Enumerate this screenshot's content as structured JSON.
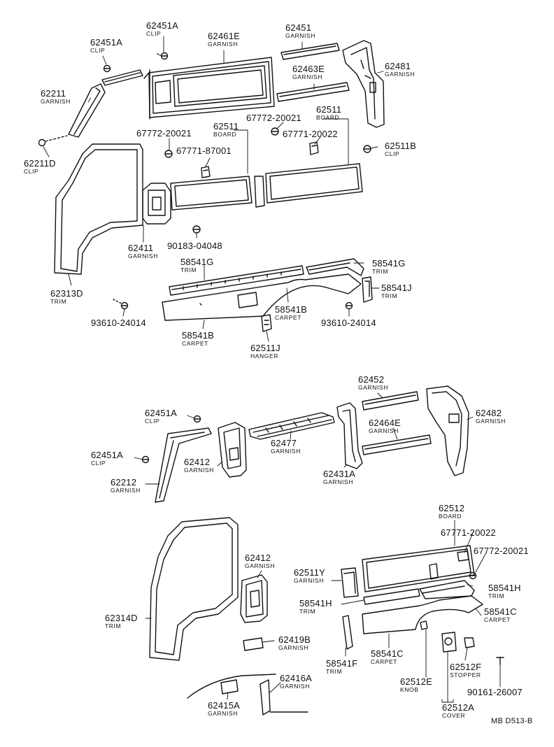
{
  "diagram": {
    "drawing_code": "MB D513-B",
    "line_color": "#111111",
    "parts": [
      {
        "id": "p1",
        "number": "62451A",
        "name": "CLIP"
      },
      {
        "id": "p2",
        "number": "62461E",
        "name": "GARNISH"
      },
      {
        "id": "p3",
        "number": "62451",
        "name": "GARNISH"
      },
      {
        "id": "p4",
        "number": "62451A",
        "name": "CLIP"
      },
      {
        "id": "p5",
        "number": "62481",
        "name": "GARNISH"
      },
      {
        "id": "p6",
        "number": "62463E",
        "name": "GARNISH"
      },
      {
        "id": "p7",
        "number": "62211",
        "name": "GARNISH"
      },
      {
        "id": "p8",
        "number": "67772-20021",
        "name": ""
      },
      {
        "id": "p9",
        "number": "62511",
        "name": "BOARD"
      },
      {
        "id": "p10",
        "number": "67771-20022",
        "name": ""
      },
      {
        "id": "p11",
        "number": "67772-20021",
        "name": ""
      },
      {
        "id": "p12",
        "number": "62511",
        "name": "BOARD"
      },
      {
        "id": "p13",
        "number": "67771-87001",
        "name": ""
      },
      {
        "id": "p14",
        "number": "62211D",
        "name": "CLIP"
      },
      {
        "id": "p15",
        "number": "62511B",
        "name": "CLIP"
      },
      {
        "id": "p16",
        "number": "62411",
        "name": "GARNISH"
      },
      {
        "id": "p17",
        "number": "90183-04048",
        "name": ""
      },
      {
        "id": "p18",
        "number": "58541G",
        "name": "TRIM"
      },
      {
        "id": "p19",
        "number": "58541G",
        "name": "TRIM"
      },
      {
        "id": "p20",
        "number": "62313D",
        "name": "TRIM"
      },
      {
        "id": "p21",
        "number": "58541J",
        "name": "TRIM"
      },
      {
        "id": "p22",
        "number": "58541B",
        "name": "CARPET"
      },
      {
        "id": "p23",
        "number": "93610-24014",
        "name": ""
      },
      {
        "id": "p24",
        "number": "93610-24014",
        "name": ""
      },
      {
        "id": "p25",
        "number": "58541B",
        "name": "CARPET"
      },
      {
        "id": "p26",
        "number": "62511J",
        "name": "HANGER"
      },
      {
        "id": "p27",
        "number": "62452",
        "name": "GARNISH"
      },
      {
        "id": "p28",
        "number": "62482",
        "name": "GARNISH"
      },
      {
        "id": "p29",
        "number": "62451A",
        "name": "CLIP"
      },
      {
        "id": "p30",
        "number": "62464E",
        "name": "GARNISH"
      },
      {
        "id": "p31",
        "number": "62477",
        "name": "GARNISH"
      },
      {
        "id": "p32",
        "number": "62451A",
        "name": "CLIP"
      },
      {
        "id": "p33",
        "number": "62412",
        "name": "GARNISH"
      },
      {
        "id": "p34",
        "number": "62431A",
        "name": "GARNISH"
      },
      {
        "id": "p35",
        "number": "62212",
        "name": "GARNISH"
      },
      {
        "id": "p36",
        "number": "62512",
        "name": "BOARD"
      },
      {
        "id": "p37",
        "number": "67771-20022",
        "name": ""
      },
      {
        "id": "p38",
        "number": "62412",
        "name": "GARNISH"
      },
      {
        "id": "p39",
        "number": "67772-20021",
        "name": ""
      },
      {
        "id": "p40",
        "number": "62511Y",
        "name": "GARNISH"
      },
      {
        "id": "p41",
        "number": "58541H",
        "name": "TRIM"
      },
      {
        "id": "p42",
        "number": "58541H",
        "name": "TRIM"
      },
      {
        "id": "p43",
        "number": "62314D",
        "name": "TRIM"
      },
      {
        "id": "p44",
        "number": "58541C",
        "name": "CARPET"
      },
      {
        "id": "p45",
        "number": "62419B",
        "name": "GARNISH"
      },
      {
        "id": "p46",
        "number": "58541C",
        "name": "CARPET"
      },
      {
        "id": "p47",
        "number": "58541F",
        "name": "TRIM"
      },
      {
        "id": "p48",
        "number": "62512F",
        "name": "STOPPER"
      },
      {
        "id": "p49",
        "number": "62416A",
        "name": "GARNISH"
      },
      {
        "id": "p50",
        "number": "62512E",
        "name": "KNOB"
      },
      {
        "id": "p51",
        "number": "90161-26007",
        "name": ""
      },
      {
        "id": "p52",
        "number": "62415A",
        "name": "GARNISH"
      },
      {
        "id": "p53",
        "number": "62512A",
        "name": "COVER"
      }
    ]
  }
}
